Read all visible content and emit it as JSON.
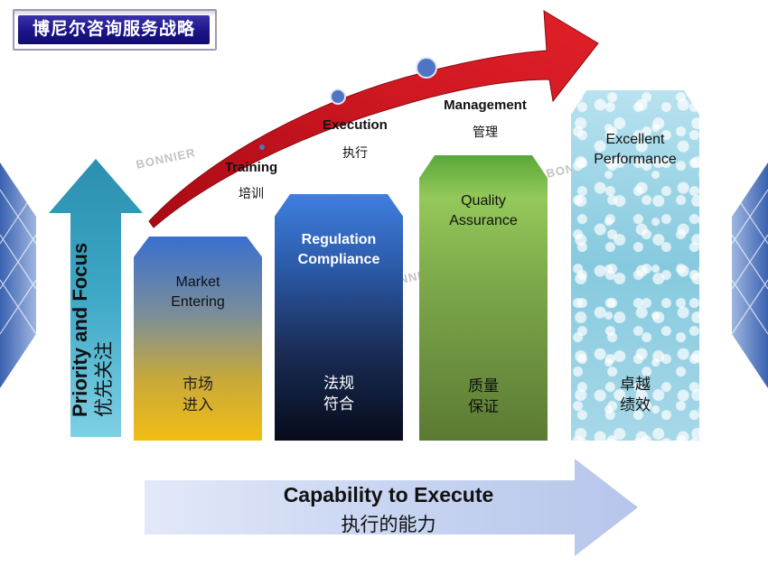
{
  "header": {
    "title": "博尼尔咨询服务战略"
  },
  "axes": {
    "vertical": {
      "en": "Priority and Focus",
      "cn": "优先关注"
    },
    "horizontal": {
      "en": "Capability to Execute",
      "cn": "执行的能力"
    }
  },
  "stages": [
    {
      "en": "Training",
      "cn": "培训"
    },
    {
      "en": "Execution",
      "cn": "执行"
    },
    {
      "en": "Management",
      "cn": "管理"
    }
  ],
  "pillars": [
    {
      "en_line1": "Market",
      "en_line2": "Entering",
      "cn_line1": "市场",
      "cn_line2": "进入"
    },
    {
      "en_line1": "Regulation",
      "en_line2": "Compliance",
      "cn_line1": "法规",
      "cn_line2": "符合"
    },
    {
      "en_line1": "Quality",
      "en_line2": "Assurance",
      "cn_line1": "质量",
      "cn_line2": "保证"
    },
    {
      "en_line1": "Excellent",
      "en_line2": "Performance",
      "cn_line1": "卓越",
      "cn_line2": "绩效"
    }
  ],
  "watermark": {
    "text": "BONNIER"
  },
  "colors": {
    "arrow_red": "#c8141e",
    "title_blue": "#1c158a",
    "vertical_arrow": "#3a9ab5",
    "bottom_arrow": "#b8c8ee"
  }
}
